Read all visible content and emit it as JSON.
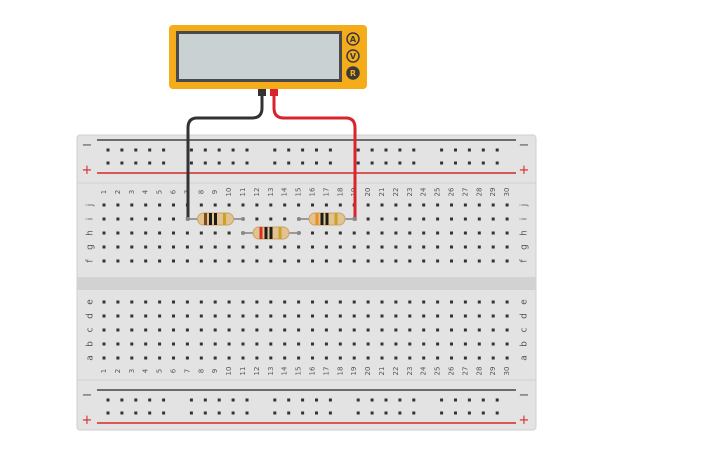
{
  "multimeter": {
    "display_value": "",
    "buttons": [
      {
        "label": "A",
        "name": "ammeter-mode-button"
      },
      {
        "label": "V",
        "name": "voltmeter-mode-button"
      },
      {
        "label": "R",
        "name": "ohmmeter-mode-button",
        "selected": true
      }
    ]
  },
  "breadboard": {
    "columns": [
      "1",
      "2",
      "3",
      "4",
      "5",
      "6",
      "7",
      "8",
      "9",
      "10",
      "11",
      "12",
      "13",
      "14",
      "15",
      "16",
      "17",
      "18",
      "19",
      "20",
      "21",
      "22",
      "23",
      "24",
      "25",
      "26",
      "27",
      "28",
      "29",
      "30"
    ],
    "top_rows": [
      "j",
      "i",
      "h",
      "g",
      "f"
    ],
    "bottom_rows": [
      "e",
      "d",
      "c",
      "b",
      "a"
    ],
    "rail_minus_label": "−",
    "rail_plus_label": "+"
  },
  "resistors": [
    {
      "name": "resistor-1",
      "bands": [
        "brown",
        "black",
        "black",
        "gold"
      ],
      "body": "#e2c38f"
    },
    {
      "name": "resistor-2",
      "bands": [
        "red",
        "black",
        "black",
        "gold"
      ],
      "body": "#e2c38f"
    },
    {
      "name": "resistor-3",
      "bands": [
        "orange",
        "black",
        "black",
        "gold"
      ],
      "body": "#e2c38f"
    }
  ],
  "probe_wires": [
    {
      "name": "black-probe-wire",
      "color": "#333333"
    },
    {
      "name": "red-probe-wire",
      "color": "#d9232d"
    }
  ],
  "colors": {
    "meter_yellow": "#f4ac1a",
    "screen": "#c9d1d3",
    "board": "#e3e3e3",
    "rail_red": "#d42a2a",
    "rail_dark": "#444444"
  }
}
